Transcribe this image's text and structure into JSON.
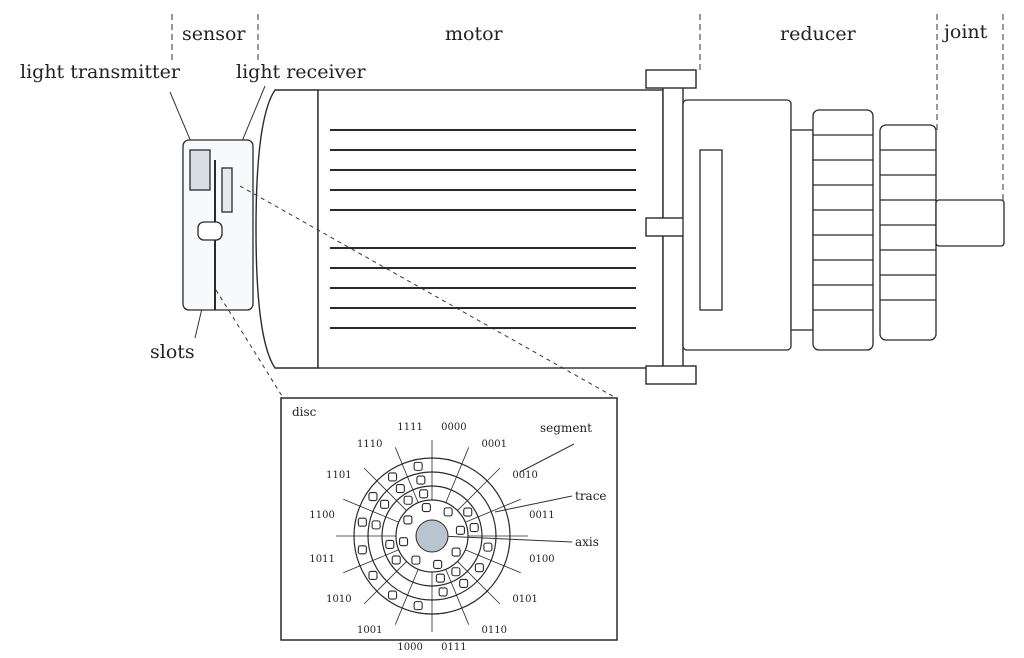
{
  "sections": {
    "sensor": "sensor",
    "motor": "motor",
    "reducer": "reducer",
    "joint": "joint"
  },
  "labels": {
    "light_transmitter": "light transmitter",
    "light_receiver": "light receiver",
    "slots": "slots"
  },
  "disc_box": {
    "title": "disc",
    "segment": "segment",
    "trace": "trace",
    "axis": "axis"
  },
  "codes": [
    "0000",
    "0001",
    "0010",
    "0011",
    "0100",
    "0101",
    "0110",
    "0111",
    "1000",
    "1001",
    "1010",
    "1011",
    "1100",
    "1101",
    "1110",
    "1111"
  ],
  "colors": {
    "line": "#2a2a2a",
    "dash": "#333333",
    "background": "#ffffff",
    "hub": "#b8c4d0"
  }
}
